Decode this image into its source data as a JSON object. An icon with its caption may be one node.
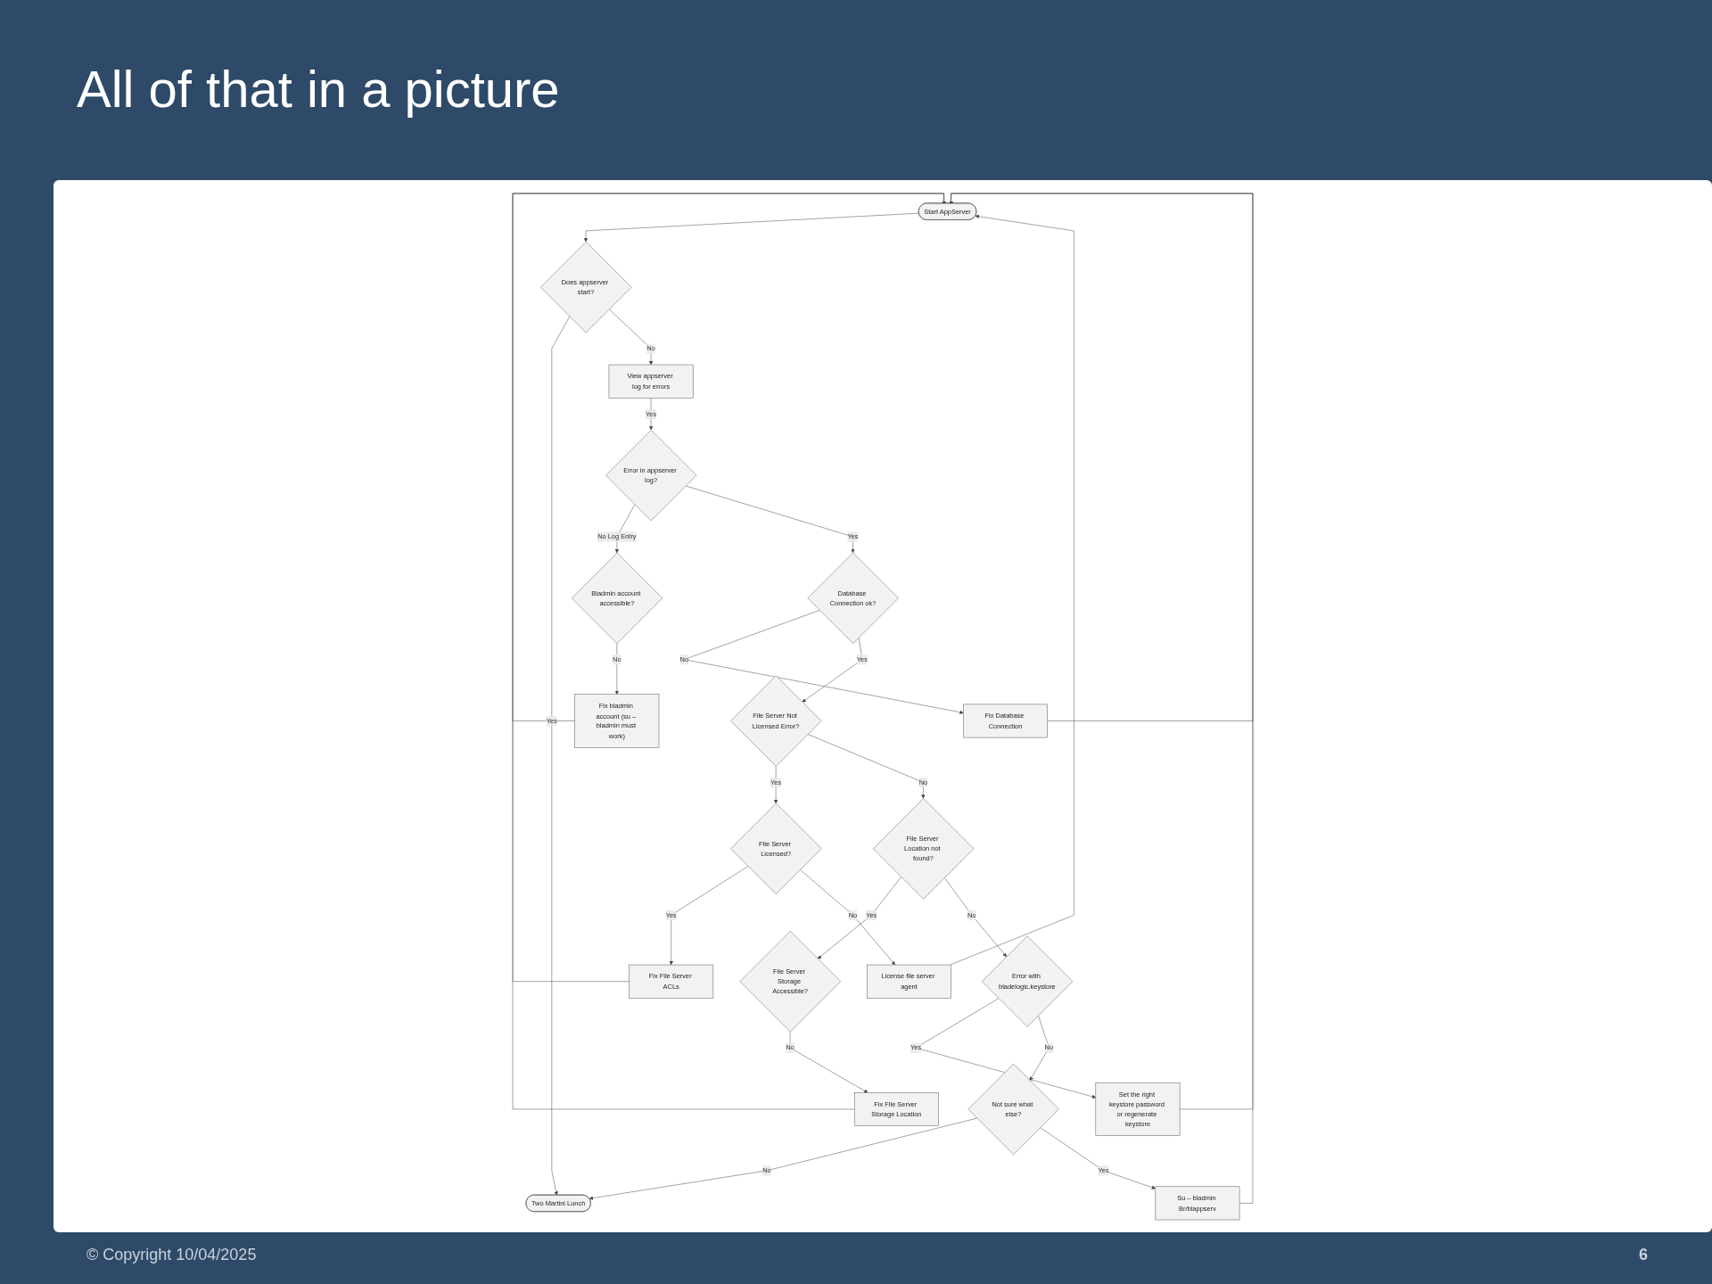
{
  "diagram": {
    "title": "All of that in a picture",
    "nodes": [
      {
        "text": [
          "Start AppServer"
        ]
      },
      {
        "text": [
          "Does appserver start?"
        ]
      },
      {
        "text": [
          "Bladmin account accessible?"
        ]
      },
      {
        "text": [
          "Fix bladmin account (su – bladmin must work)"
        ]
      },
      {
        "text": [
          "Two Martini Lunch"
        ]
      },
      {
        "text": [
          "View appserver log for errors"
        ]
      },
      {
        "text": [
          "Error in appserver log?"
        ]
      },
      {
        "text": [
          "License file server agent"
        ]
      },
      {
        "text": [
          "Database Connection ok?"
        ]
      },
      {
        "text": [
          "Fix Database Connection"
        ]
      },
      {
        "text": [
          "Fix File Server ACLs"
        ]
      },
      {
        "text": [
          "File Server Licensed?"
        ]
      },
      {
        "text": [
          "File Server Not Licensed Error?"
        ]
      },
      {
        "text": [
          "Fix File Server Storage Location"
        ]
      },
      {
        "text": [
          "File Server Storage Accessible?"
        ]
      },
      {
        "text": [
          "File Server Location not found?"
        ]
      },
      {
        "text": [
          "Set the right keystore password or regenerate keystore"
        ]
      },
      {
        "text": [
          "Error with bladelogic.keystore"
        ]
      },
      {
        "text": [
          "Not sure what else?"
        ]
      },
      {
        "text": [
          "Su – bladmin Br/blappserv"
        ]
      }
    ],
    "edges": [
      {
        "from": 0,
        "to": 1,
        "arrow": "to"
      },
      {
        "from": 1,
        "to": 4,
        "arrow": "to",
        "label": "Yes"
      },
      {
        "from": 1,
        "to": 5,
        "arrow": "to",
        "label": "No"
      },
      {
        "from": 5,
        "to": 6,
        "arrow": "to",
        "label": "Yes"
      },
      {
        "from": 6,
        "to": 2,
        "arrow": "to",
        "label": "No Log Entry"
      },
      {
        "from": 2,
        "to": 3,
        "arrow": "to",
        "label": "No"
      },
      {
        "from": 3,
        "to": 0,
        "arrow": "to"
      },
      {
        "from": 6,
        "to": 8,
        "arrow": "to",
        "label": "Yes"
      },
      {
        "from": 8,
        "to": 9,
        "arrow": "to",
        "label": "No"
      },
      {
        "from": 9,
        "to": 0,
        "arrow": "to"
      },
      {
        "from": 8,
        "to": 12,
        "arrow": "to",
        "label": "Yes"
      },
      {
        "from": 12,
        "to": 11,
        "arrow": "to",
        "label": "Yes"
      },
      {
        "from": 11,
        "to": 10,
        "arrow": "to",
        "label": "Yes"
      },
      {
        "from": 11,
        "to": 7,
        "arrow": "to",
        "label": "No"
      },
      {
        "from": 7,
        "to": 0,
        "arrow": "to"
      },
      {
        "from": 10,
        "to": 0,
        "arrow": "to"
      },
      {
        "from": 12,
        "to": 15,
        "arrow": "to",
        "label": "No"
      },
      {
        "from": 15,
        "to": 14,
        "arrow": "to",
        "label": "Yes"
      },
      {
        "from": 14,
        "to": 13,
        "arrow": "to",
        "label": "No"
      },
      {
        "from": 13,
        "to": 0,
        "arrow": "to"
      },
      {
        "from": 15,
        "to": 17,
        "arrow": "to",
        "label": "No"
      },
      {
        "from": 17,
        "to": 16,
        "arrow": "to",
        "label": "Yes"
      },
      {
        "from": 17,
        "to": 18,
        "arrow": "to",
        "label": "No"
      },
      {
        "from": 18,
        "to": 4,
        "arrow": "to",
        "label": "No"
      },
      {
        "from": 18,
        "to": 19,
        "arrow": "to",
        "label": "Yes"
      },
      {
        "from": 16,
        "to": 0,
        "arrow": "to"
      },
      {
        "from": 19,
        "to": 0,
        "arrow": "to"
      }
    ],
    "labels": [
      "© Copyright 10/04/2025",
      "6"
    ]
  }
}
